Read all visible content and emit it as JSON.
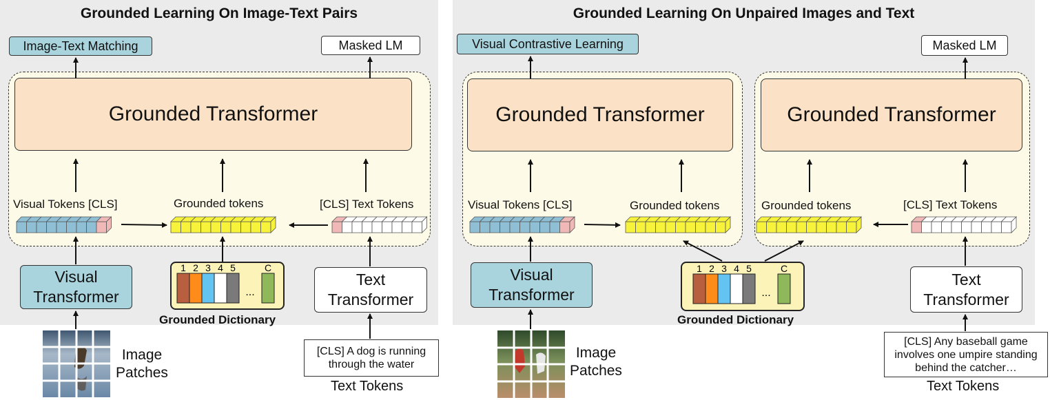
{
  "left": {
    "title": "Grounded Learning On Image-Text Pairs",
    "task_left": "Image-Text Matching",
    "task_right": "Masked LM",
    "transformer": "Grounded Transformer",
    "tokens_visual": "Visual Tokens [CLS]",
    "tokens_grounded": "Grounded tokens",
    "tokens_text": "[CLS] Text Tokens",
    "visual_encoder": "Visual Transformer",
    "text_encoder": "Text Transformer",
    "dictionary": "Grounded Dictionary",
    "image_caption": "Image Patches",
    "text_input": "[CLS] A dog is running through the water",
    "text_caption": "Text Tokens"
  },
  "right": {
    "title": "Grounded Learning On Unpaired Images and Text",
    "task_left": "Visual Contrastive Learning",
    "task_right": "Masked LM",
    "transformer_left": "Grounded Transformer",
    "transformer_right": "Grounded Transformer",
    "tokens_visual": "Visual Tokens [CLS]",
    "tokens_grounded_left": "Grounded tokens",
    "tokens_grounded_right": "Grounded tokens",
    "tokens_text": "[CLS] Text Tokens",
    "visual_encoder": "Visual Transformer",
    "text_encoder": "Text Transformer",
    "dictionary": "Grounded Dictionary",
    "image_caption": "Image Patches",
    "text_input": "[CLS] Any baseball game involves one umpire standing behind the catcher…",
    "text_caption": "Text Tokens"
  },
  "dictionary_slots": [
    "1",
    "2",
    "3",
    "4",
    "5",
    "C"
  ],
  "dictionary_ellipsis": "...",
  "colors": {
    "panel": "#ebebeb",
    "transformer_fill": "#fbe2c6",
    "group_fill": "#fdfbe7",
    "task_blue": "#a9d4dd",
    "visual_token": "#8fbfd4",
    "cls_token": "#f1b8b8",
    "grounded_token": "#f7f33a",
    "dictionary_fill": "#fbf3b8",
    "dict_entries": [
      "#b85f3f",
      "#ff8c1a",
      "#63c4f2",
      "#ffffff",
      "#7a7a7a",
      "#8fb85a"
    ]
  }
}
